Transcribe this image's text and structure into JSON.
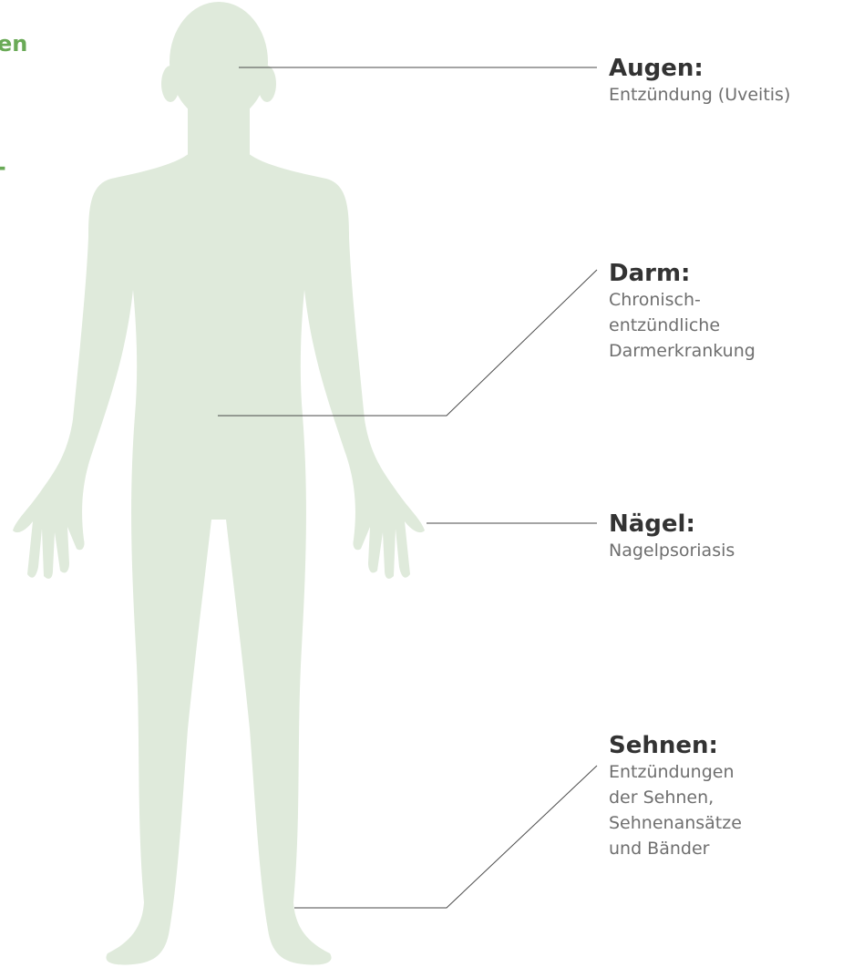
{
  "edge_fragments": [
    "en",
    "-"
  ],
  "callouts": {
    "augen": {
      "title": "Augen:",
      "lines": [
        "Entzündung (Uveitis)"
      ]
    },
    "darm": {
      "title": "Darm:",
      "lines": [
        "Chronisch-",
        "entzündliche",
        "Darmerkrankung"
      ]
    },
    "naegel": {
      "title": "Nägel:",
      "lines": [
        "Nagelpsoriasis"
      ]
    },
    "sehnen": {
      "title": "Sehnen:",
      "lines": [
        "Entzündungen",
        "der Sehnen,",
        "Sehnenansätze",
        "und Bänder"
      ]
    }
  },
  "colors": {
    "silhouette": "#dfeadb",
    "leader_line": "#4a4a4a",
    "accent_green": "#6aaa57",
    "title_text": "#333333",
    "body_text": "#6f6f6f"
  }
}
